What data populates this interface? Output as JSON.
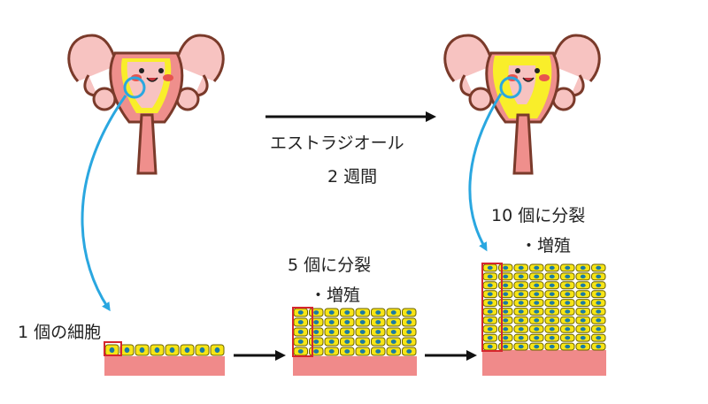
{
  "labels": {
    "hormone_treatment": "エストラジオール",
    "duration": "2 週間",
    "single_cell": "1 個の細胞",
    "stage_5_division": "5 個に分裂",
    "stage_5_growth": "・増殖",
    "stage_10_division": "10 個に分裂",
    "stage_10_growth": "・増殖"
  },
  "cell_counts": {
    "stage1_rows": 1,
    "stage1_cols": 8,
    "stage2_rows": 5,
    "stage2_cols": 8,
    "stage3_rows": 10,
    "stage3_cols": 8
  },
  "colors": {
    "cell_fill": "#f7e516",
    "cell_border": "#6b6200",
    "nucleus": "#1a7ba4",
    "tissue": "#f08a8a",
    "highlight_border": "#d6262e",
    "blue_curve": "#2aa7e0",
    "uterus_pink": "#ef8f8c",
    "uterus_outline": "#7a3a2a",
    "uterus_light": "#f7c3c1",
    "uterus_yellow": "#f9ee2a"
  }
}
